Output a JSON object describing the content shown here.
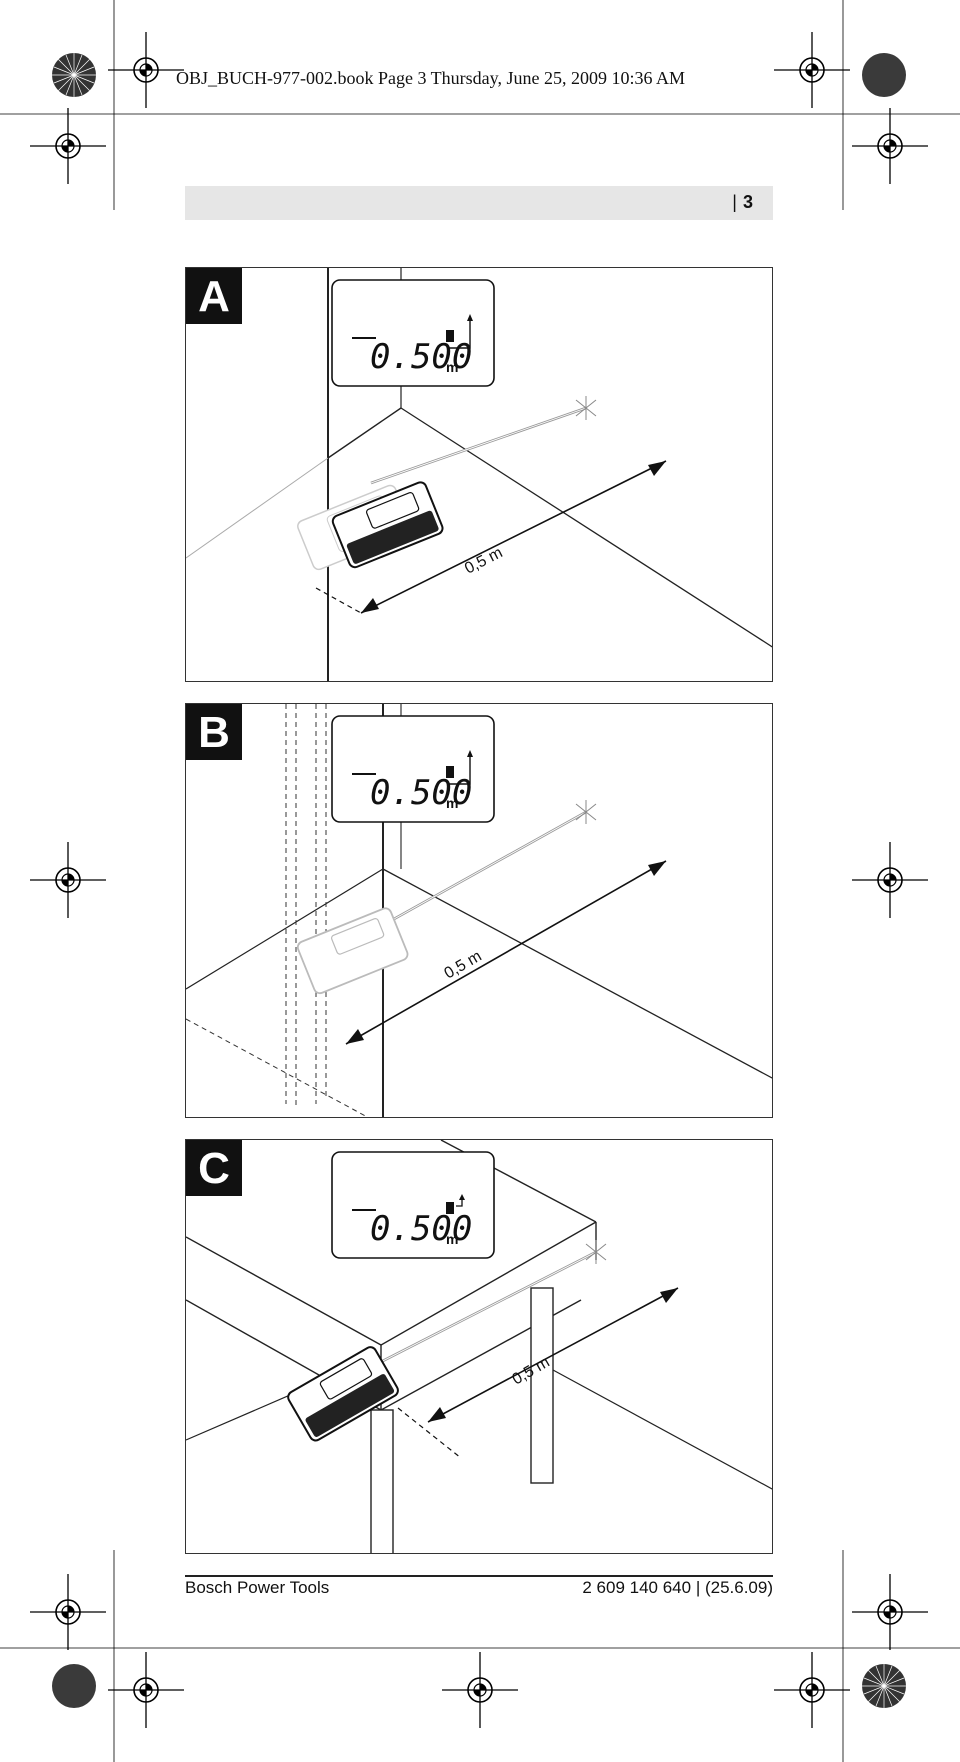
{
  "print_slug": "OBJ_BUCH-977-002.book  Page 3  Thursday, June 25, 2009  10:36 AM",
  "header": {
    "separator": "|",
    "page_number": "3"
  },
  "figures": [
    {
      "label": "A",
      "display_value": "0.500",
      "display_unit": "m",
      "dimension_label": "0,5 m"
    },
    {
      "label": "B",
      "display_value": "0.500",
      "display_unit": "m",
      "dimension_label": "0,5 m"
    },
    {
      "label": "C",
      "display_value": "0.500",
      "display_unit": "m",
      "dimension_label": "0,5 m"
    }
  ],
  "footer": {
    "left": "Bosch Power Tools",
    "right": "2 609 140 640 | (25.6.09)"
  }
}
